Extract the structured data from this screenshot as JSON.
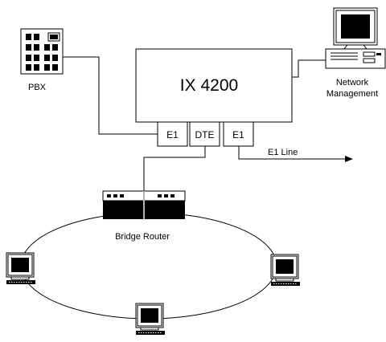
{
  "main_device": {
    "label": "IX 4200"
  },
  "ports": {
    "e1_left": "E1",
    "dte": "DTE",
    "e1_right": "E1"
  },
  "line": {
    "label": "E1 Line"
  },
  "pbx": {
    "label": "PBX"
  },
  "network_management": {
    "line1": "Network",
    "line2": "Management"
  },
  "router": {
    "label": "Bridge Router"
  },
  "icons": {
    "pbx": "pbx-cabinet-icon",
    "management_station": "desktop-computer-icon",
    "router": "bridge-router-icon",
    "workstations": "computer-terminal-icon"
  }
}
